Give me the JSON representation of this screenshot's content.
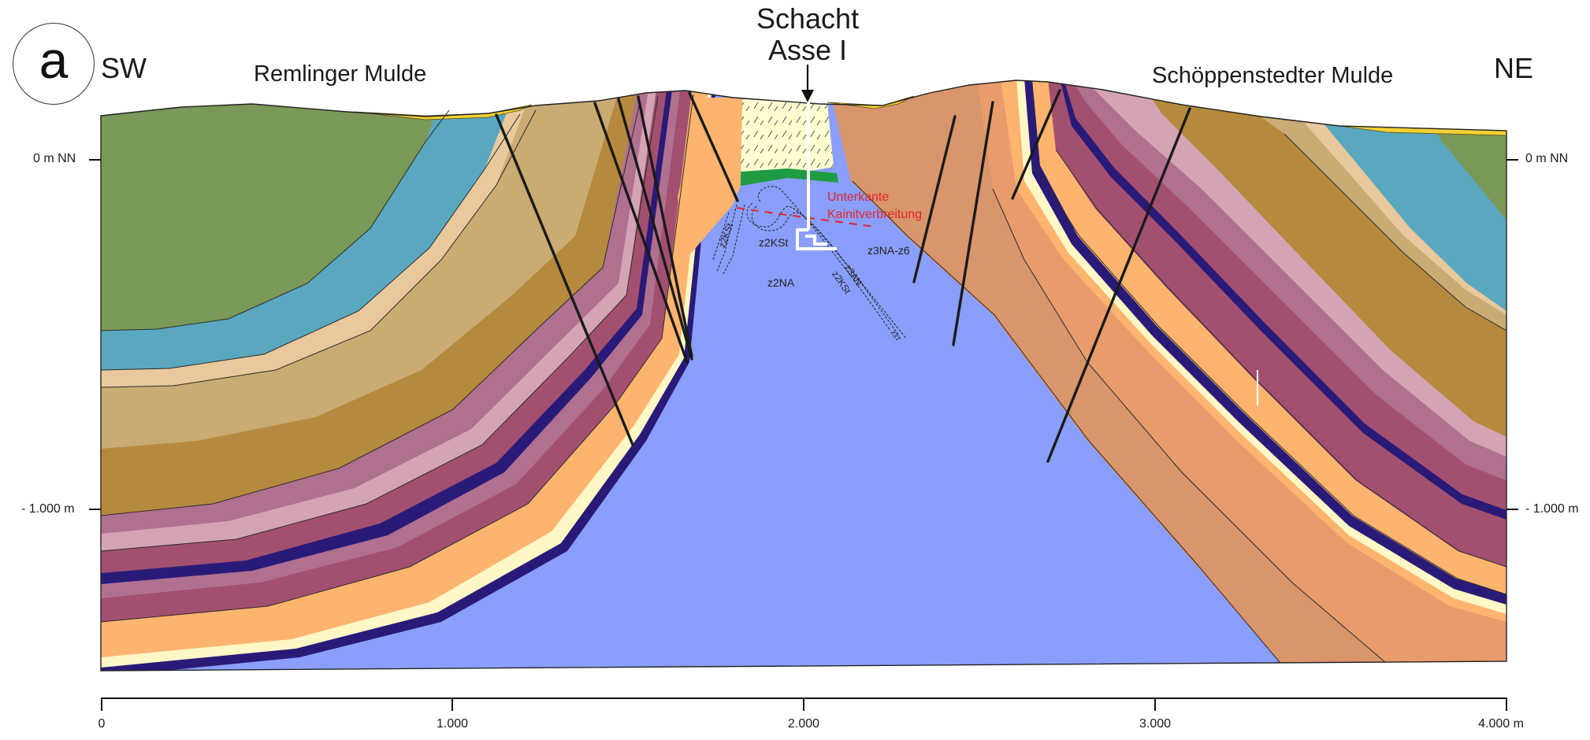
{
  "figure_label": "a",
  "direction_left": "SW",
  "direction_right": "NE",
  "shaft_title_line1": "Schacht",
  "shaft_title_line2": "Asse I",
  "left_syncline": "Remlinger Mulde",
  "right_syncline": "Schöppenstedter Mulde",
  "depth_labels": {
    "top": "0 m NN",
    "bottom": "- 1.000 m"
  },
  "x_ticks": [
    "0",
    "1.000",
    "2.000",
    "3.000",
    "4.000 m"
  ],
  "annotations": {
    "kainit_line1": "Unterkante",
    "kainit_line2": "Kainitverbreitung",
    "z2ksi_core": "z2KSt",
    "z2ksi_left": "z2KSt",
    "z3na_z6": "z3NA-z6",
    "z2na": "z2NA",
    "z3an": "z3AN",
    "z2ksi_right": "z2KSt",
    "z3t": "z3T"
  },
  "colors": {
    "salt": "#8a9efb",
    "cap_rock": "#fefed0",
    "green_band": "#1e9b43",
    "olive": "#7a9858",
    "teal": "#5aa8c0",
    "beige": "#e8c89c",
    "tan": "#c9ac74",
    "ochre": "#b58a3e",
    "pink": "#d4a4b4",
    "mauve": "#b07090",
    "plum": "#a35070",
    "navy": "#2a1a78",
    "peach": "#fdb46e",
    "cream": "#fff7c6",
    "brown_orange": "#d9956c",
    "quaternary_yellow": "#f3d132",
    "fault": "#1a1a1a",
    "annotation_red": "#e0242a"
  }
}
